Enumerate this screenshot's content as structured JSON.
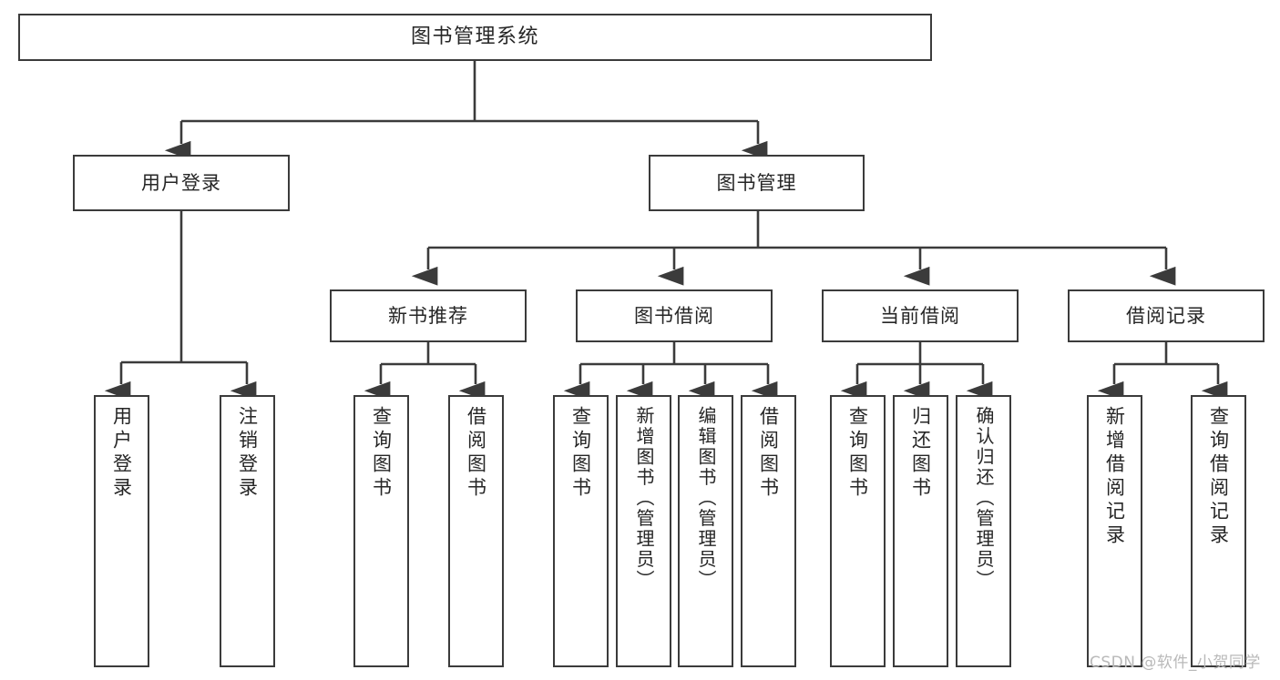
{
  "diagram": {
    "type": "tree",
    "title": "图书管理系统",
    "root": {
      "label": "图书管理系统"
    },
    "level2": [
      {
        "label": "用户登录"
      },
      {
        "label": "图书管理"
      }
    ],
    "level3": [
      {
        "label": "新书推荐"
      },
      {
        "label": "图书借阅"
      },
      {
        "label": "当前借阅"
      },
      {
        "label": "借阅记录"
      }
    ],
    "leaves": {
      "user_login": [
        {
          "label": "用户登录"
        },
        {
          "label": "注销登录"
        }
      ],
      "new_book": [
        {
          "label": "查询图书"
        },
        {
          "label": "借阅图书"
        }
      ],
      "book_borrow": [
        {
          "label": "查询图书"
        },
        {
          "label": "新增图书（管理员）"
        },
        {
          "label": "编辑图书（管理员）"
        },
        {
          "label": "借阅图书"
        }
      ],
      "current_borrow": [
        {
          "label": "查询图书"
        },
        {
          "label": "归还图书"
        },
        {
          "label": "确认归还（管理员）"
        }
      ],
      "borrow_record": [
        {
          "label": "新增借阅记录"
        },
        {
          "label": "查询借阅记录"
        }
      ]
    }
  },
  "watermark": {
    "text": "CSDN @软件_小贺同学"
  },
  "colors": {
    "border": "#3b3b3b",
    "text": "#262626",
    "background": "#ffffff",
    "watermark": "#b9b9b9"
  }
}
